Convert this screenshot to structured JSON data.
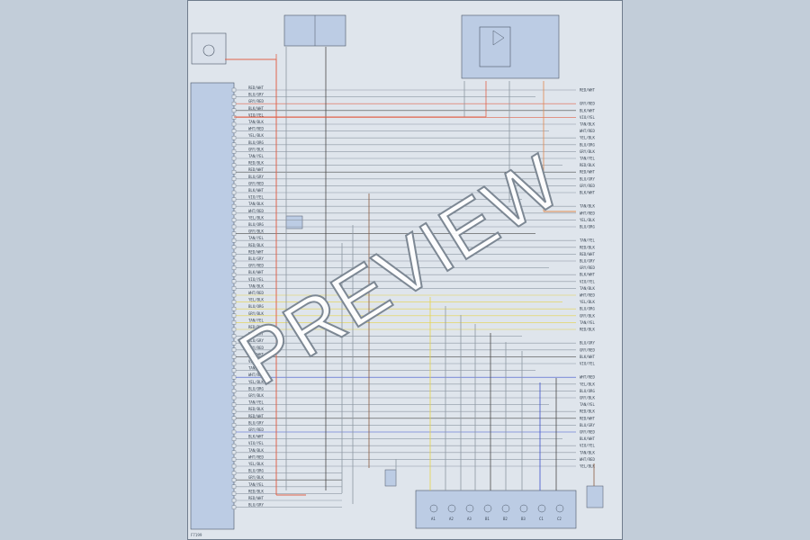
{
  "image": {
    "watermark": "PREVIEW",
    "figure_id": "F7199"
  },
  "colors": {
    "background": "#c2cdd9",
    "sheet": "#dfe5ec",
    "module": "#bccce4",
    "red_wire": "#e0624a",
    "orange_wire": "#e08a50",
    "yellow_wire": "#e6d24a",
    "blue_wire": "#3b52cc",
    "gray_wire": "#8c96a2",
    "dark_wire": "#4a4a4a",
    "brown_wire": "#8a5a40"
  },
  "wire_labels": [
    "RED/WHT",
    "BLU/GRY",
    "GRY/RED",
    "BLK/WHT",
    "VIO/YEL",
    "TAN/BLK",
    "WHT/RED",
    "YEL/BLK",
    "BLU/ORG",
    "GRY/BLK",
    "TAN/YEL",
    "RED/BLK"
  ],
  "pin_labels": [
    "A1",
    "A2",
    "A3",
    "B1",
    "B2",
    "B3",
    "C1",
    "C2"
  ]
}
